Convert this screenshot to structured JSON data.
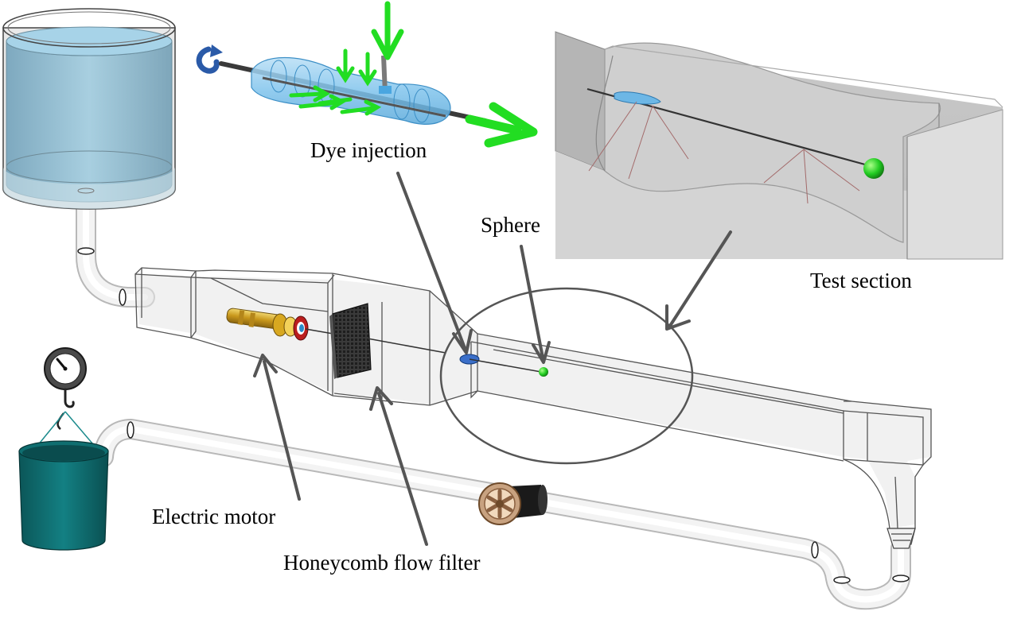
{
  "labels": {
    "dye_injection": "Dye injection",
    "sphere": "Sphere",
    "test_section": "Test section",
    "electric_motor": "Electric motor",
    "honeycomb_flow_filter": "Honeycomb flow filter"
  },
  "icons": {
    "reservoir": "water-tank-icon",
    "pump": "impeller-pump-icon",
    "scale": "hanging-scale-icon",
    "bucket": "collection-bucket-icon",
    "motor": "electric-motor-icon",
    "honeycomb": "honeycomb-filter-icon",
    "sphere": "sphere-icon"
  },
  "colors": {
    "water": "#9ec9dd",
    "flow_arrow": "#22dd22",
    "sphere": "#22cc22",
    "bucket": "#0e6466",
    "leader": "#555555",
    "motor": "#d9b020",
    "rotation_arrow": "#2a5aa8"
  }
}
